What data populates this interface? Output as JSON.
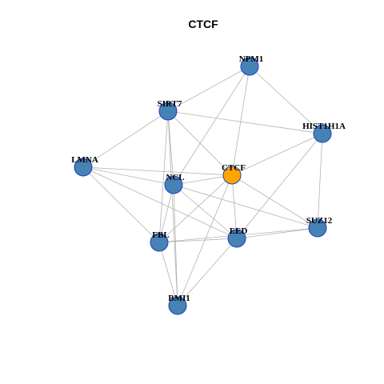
{
  "title": "CTCF",
  "colors": {
    "node_default": "#4682B4",
    "node_highlight": "#FFA500",
    "node_border": "#1F3FBF",
    "edge": "#B3B3B3"
  },
  "nodes": [
    {
      "id": "NPM1",
      "label": "NPM1",
      "highlight": false
    },
    {
      "id": "SIRT7",
      "label": "SIRT7",
      "highlight": false
    },
    {
      "id": "HIST1H1A",
      "label": "HIST1H1A",
      "highlight": false
    },
    {
      "id": "LMNA",
      "label": "LMNA",
      "highlight": false
    },
    {
      "id": "CTCF",
      "label": "CTCF",
      "highlight": true
    },
    {
      "id": "NCL",
      "label": "NCL",
      "highlight": false
    },
    {
      "id": "SUZ12",
      "label": "SUZ12",
      "highlight": false
    },
    {
      "id": "FBL",
      "label": "FBL",
      "highlight": false
    },
    {
      "id": "EED",
      "label": "EED",
      "highlight": false
    },
    {
      "id": "BMI1",
      "label": "BMI1",
      "highlight": false
    }
  ],
  "edges": [
    [
      "NPM1",
      "SIRT7"
    ],
    [
      "NPM1",
      "HIST1H1A"
    ],
    [
      "NPM1",
      "NCL"
    ],
    [
      "NPM1",
      "CTCF"
    ],
    [
      "SIRT7",
      "HIST1H1A"
    ],
    [
      "SIRT7",
      "LMNA"
    ],
    [
      "SIRT7",
      "CTCF"
    ],
    [
      "SIRT7",
      "NCL"
    ],
    [
      "SIRT7",
      "FBL"
    ],
    [
      "SIRT7",
      "BMI1"
    ],
    [
      "HIST1H1A",
      "CTCF"
    ],
    [
      "HIST1H1A",
      "SUZ12"
    ],
    [
      "HIST1H1A",
      "EED"
    ],
    [
      "LMNA",
      "CTCF"
    ],
    [
      "LMNA",
      "NCL"
    ],
    [
      "LMNA",
      "FBL"
    ],
    [
      "LMNA",
      "EED"
    ],
    [
      "CTCF",
      "NCL"
    ],
    [
      "CTCF",
      "SUZ12"
    ],
    [
      "CTCF",
      "EED"
    ],
    [
      "CTCF",
      "FBL"
    ],
    [
      "CTCF",
      "BMI1"
    ],
    [
      "NCL",
      "SUZ12"
    ],
    [
      "NCL",
      "EED"
    ],
    [
      "NCL",
      "FBL"
    ],
    [
      "NCL",
      "BMI1"
    ],
    [
      "SUZ12",
      "EED"
    ],
    [
      "SUZ12",
      "FBL"
    ],
    [
      "EED",
      "FBL"
    ],
    [
      "EED",
      "BMI1"
    ],
    [
      "FBL",
      "BMI1"
    ]
  ]
}
